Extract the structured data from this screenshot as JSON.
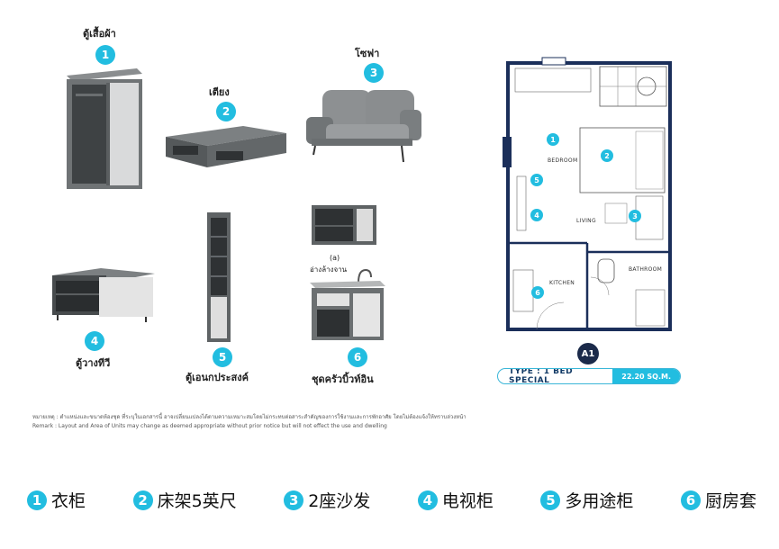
{
  "items": [
    {
      "num": "1",
      "thai": "ตู้เสื้อผ้า"
    },
    {
      "num": "2",
      "thai": "เตียง"
    },
    {
      "num": "3",
      "thai": "โซฟา"
    },
    {
      "num": "4",
      "thai": "ตู้วางทีวี"
    },
    {
      "num": "5",
      "thai": "ตู้เอนกประสงค์"
    },
    {
      "num": "6",
      "thai": "ชุดครัวบิ้วท์อิน"
    }
  ],
  "sink_note": {
    "marker": "(a)",
    "text": "อ่างล้างจาน"
  },
  "floorplan": {
    "rooms": {
      "bedroom": "BEDROOM",
      "living": "LIVING",
      "kitchen": "KITCHEN",
      "bathroom": "BATHROOM"
    },
    "unit_code": "A1",
    "type_label": "TYPE : 1 BED SPECIAL",
    "area": "22.20 SQ.M."
  },
  "remarks": {
    "thai": "หมายเหตุ : ตำแหน่งและขนาดห้องชุด ที่ระบุในเอกสารนี้ อาจเปลี่ยนแปลงได้ตามความเหมาะสมโดยไม่กระทบต่อสาระสำคัญของการใช้งานและการพักอาศัย โดยไม่ต้องแจ้งให้ทราบล่วงหน้า",
    "english": "Remark : Layout and Area of Units may change as deemed appropriate without prior notice but will not effect the use and dwelling"
  },
  "legend": [
    {
      "num": "1",
      "label": "衣柜"
    },
    {
      "num": "2",
      "label": "床架5英尺"
    },
    {
      "num": "3",
      "label": "2座沙发"
    },
    {
      "num": "4",
      "label": "电视柜"
    },
    {
      "num": "5",
      "label": "多用途柜"
    },
    {
      "num": "6",
      "label": "厨房套"
    }
  ],
  "colors": {
    "accent": "#22bde0",
    "wall": "#1b2f5a",
    "dark_unit": "#1b2a4a"
  }
}
